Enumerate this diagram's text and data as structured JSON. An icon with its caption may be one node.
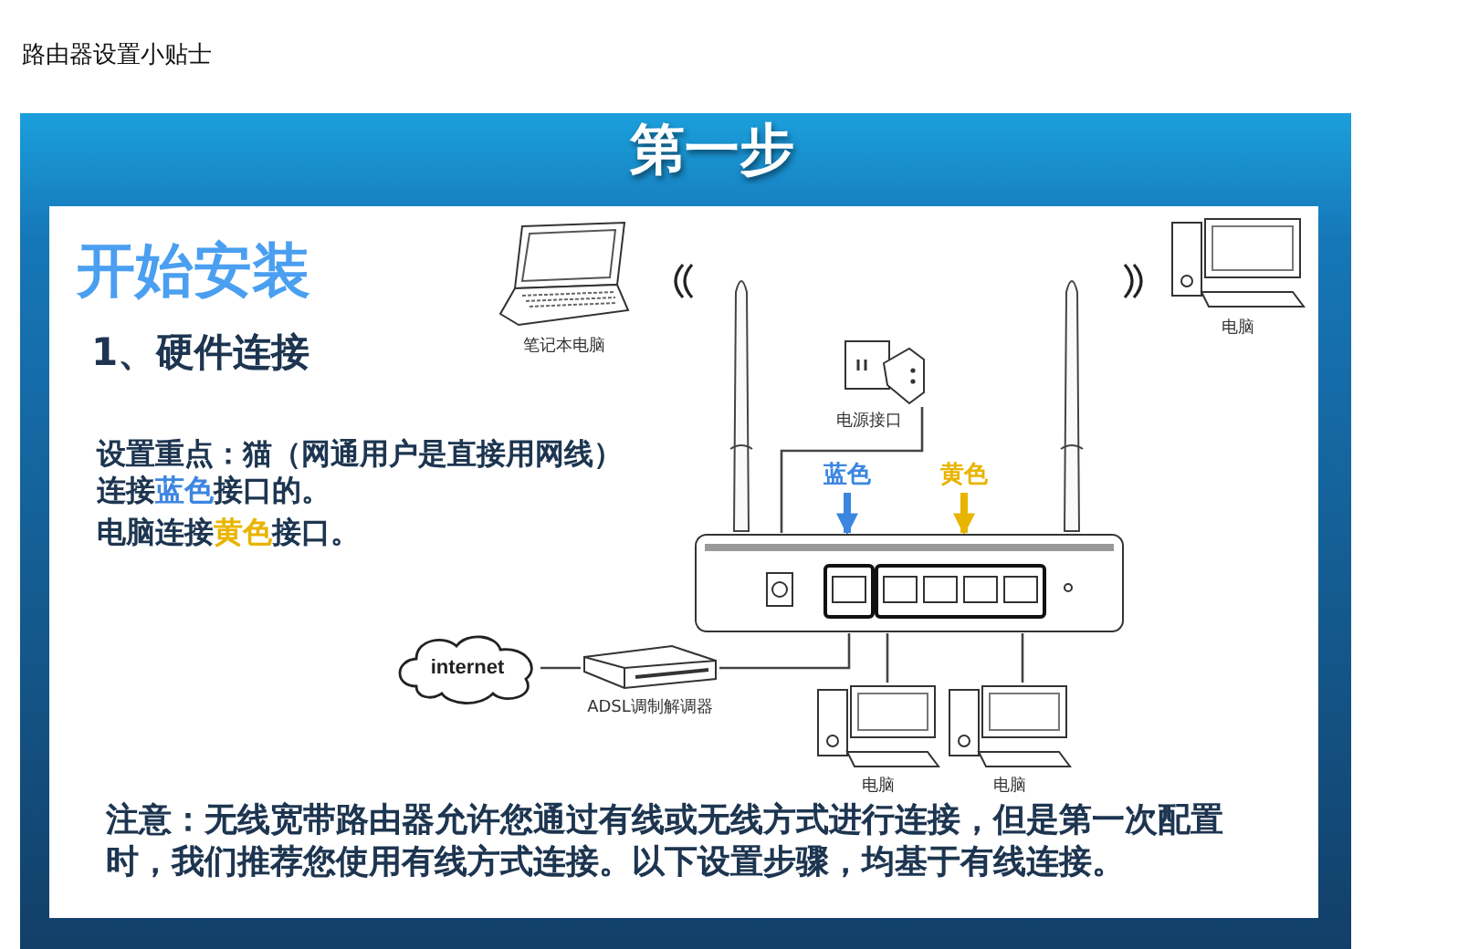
{
  "diagram": {
    "title": "路由器设置小贴士",
    "nodes": [
      {
        "text": [],
        "shape": "picture",
        "beside": [
          "笔记本电脑"
        ]
      },
      {
        "text": [],
        "shape": "picture",
        "beside": [
          "电脑"
        ]
      },
      {
        "text": [],
        "shape": "picture",
        "beside": [
          "电源接口"
        ]
      },
      {
        "text": [
          "蓝色"
        ]
      },
      {
        "text": [
          "黄色"
        ]
      },
      {
        "text": [],
        "shape": "picture"
      },
      {
        "text": [
          "internet"
        ]
      },
      {
        "text": [],
        "shape": "picture",
        "beside": [
          "ADSL调制解调器"
        ]
      },
      {
        "text": [],
        "shape": "picture",
        "beside": [
          "电脑"
        ]
      },
      {
        "text": [],
        "shape": "picture",
        "beside": [
          "电脑"
        ]
      }
    ],
    "edges": [
      {
        "from": 2,
        "to": 5,
        "arrow": "none"
      },
      {
        "from": 3,
        "to": 5,
        "arrow": "to",
        "style": "thick",
        "color": "#3d86e0"
      },
      {
        "from": 4,
        "to": 5,
        "arrow": "to",
        "style": "thick",
        "color": "#e8b400"
      },
      {
        "from": 6,
        "to": 7,
        "arrow": "none"
      },
      {
        "from": 7,
        "to": 5,
        "arrow": "none"
      },
      {
        "from": 5,
        "to": 8,
        "arrow": "none"
      },
      {
        "from": 5,
        "to": 9,
        "arrow": "none"
      }
    ],
    "labels": [
      "第一步",
      "开始安装",
      "1、硬件连接",
      "设置重点：猫（网通用户是直接用网线）连接**蓝色**接口的。",
      "电脑连接**黄色**接口。",
      "注意：无线宽带路由器允许您通过有线或无线方式进行连接，但是第一次配置时，我们推荐您使用有线方式连接。以下设置步骤，均基于有线连接。"
    ]
  }
}
